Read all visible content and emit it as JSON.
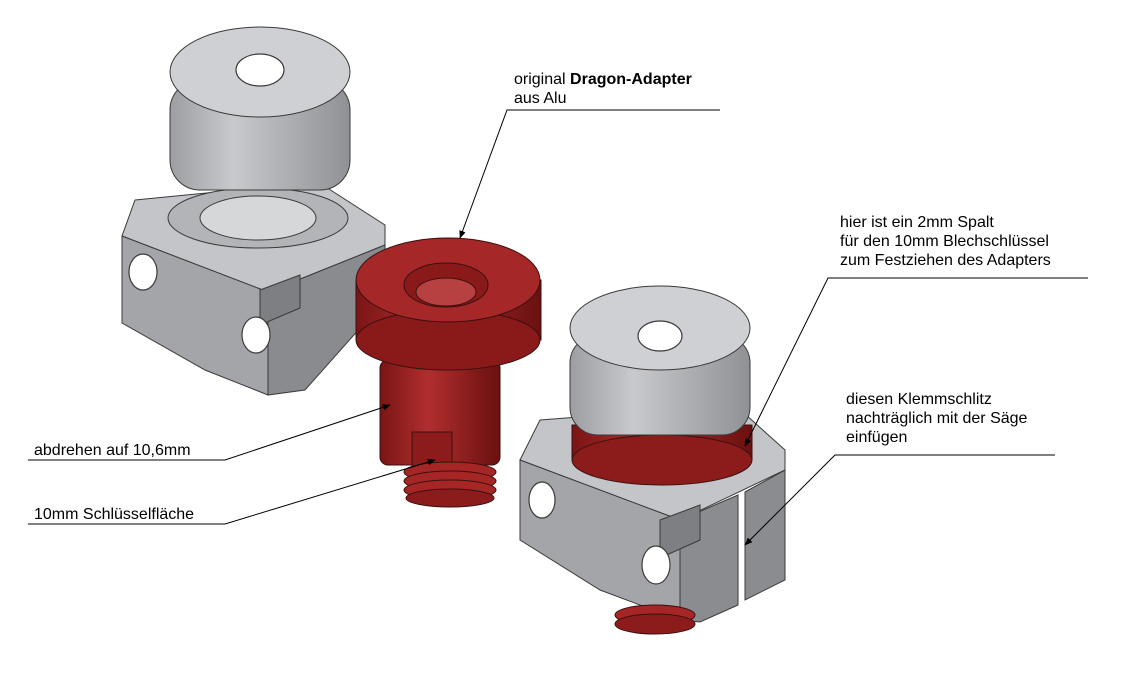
{
  "annotations": {
    "adapter": {
      "line1_prefix": "original ",
      "line1_bold": "Dragon-Adapter",
      "line2": "aus Alu"
    },
    "spalt": {
      "line1": "hier ist ein 2mm Spalt",
      "line2": "für den 10mm Blechschlüssel",
      "line3": "zum Festziehen des Adapters"
    },
    "klemm": {
      "line1": "diesen Klemmschlitz",
      "line2": "nachträglich mit der Säge",
      "line3": "einfügen"
    },
    "abdrehen": {
      "text": "abdrehen auf 10,6mm"
    },
    "schluessel": {
      "text": "10mm Schlüsselfläche"
    }
  },
  "colors": {
    "grey_light": "#c9cacd",
    "grey_mid": "#a9abaf",
    "grey_dark": "#7f8186",
    "red_light": "#b23a3a",
    "red_mid": "#98201f",
    "red_dark": "#6e1414"
  }
}
